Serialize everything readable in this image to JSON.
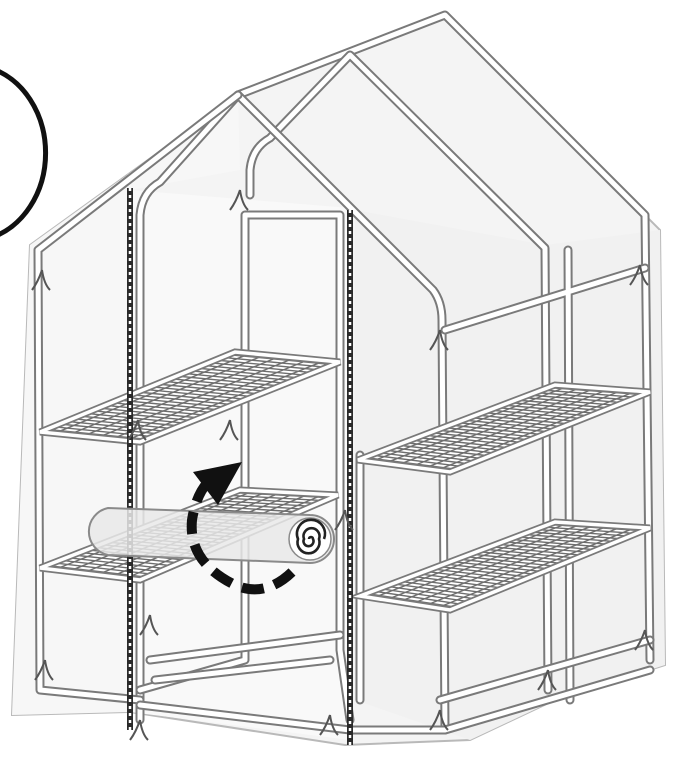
{
  "scene": {
    "subject": "walk-in-greenhouse",
    "action": "roll-up-door-cover",
    "colors": {
      "line": "#7a7a7a",
      "cover": "#f4f4f4",
      "arrow": "#111111",
      "roll_fill": "#e9e9e9",
      "zipper": "#2a2a2a"
    },
    "icons": [
      "rotation-arrow-icon",
      "rolled-cover-icon",
      "zipper-icon",
      "tie-strap-icon",
      "detail-callout-circle"
    ]
  }
}
